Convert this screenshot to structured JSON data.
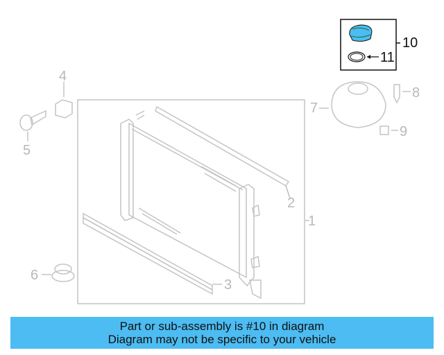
{
  "diagram": {
    "callouts": [
      {
        "id": "1",
        "label": "1"
      },
      {
        "id": "2",
        "label": "2"
      },
      {
        "id": "3",
        "label": "3"
      },
      {
        "id": "4",
        "label": "4"
      },
      {
        "id": "5",
        "label": "5"
      },
      {
        "id": "6",
        "label": "6"
      },
      {
        "id": "7",
        "label": "7"
      },
      {
        "id": "8",
        "label": "8"
      },
      {
        "id": "9",
        "label": "9"
      },
      {
        "id": "10",
        "label": "10"
      },
      {
        "id": "11",
        "label": "11"
      }
    ],
    "highlight_color": "#4cbcf2",
    "highlighted_part": "10"
  },
  "banner": {
    "line1": "Part or sub-assembly is #10 in diagram",
    "line2": "Diagram may not be specific to your vehicle",
    "color": "#4cbcf2"
  }
}
